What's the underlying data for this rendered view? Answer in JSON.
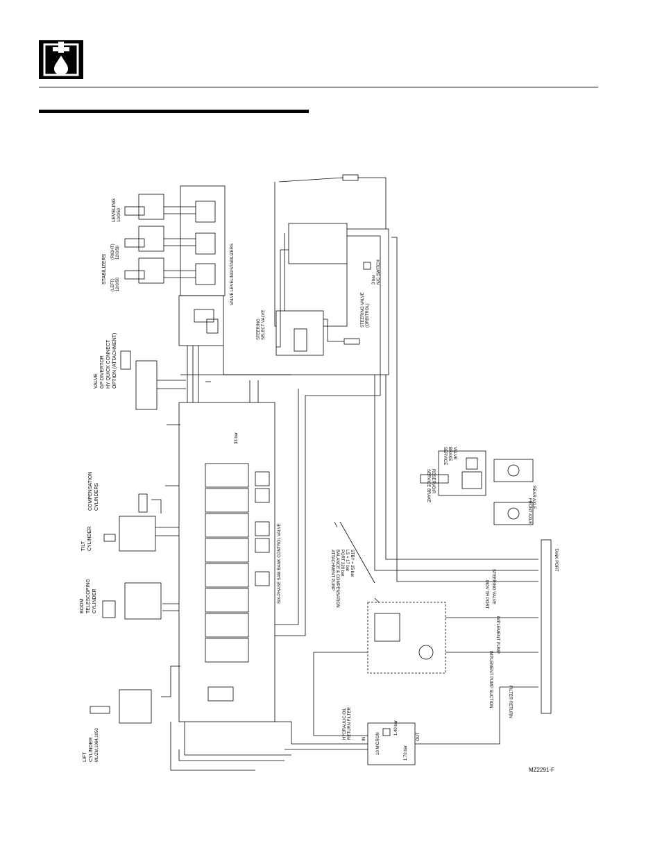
{
  "header": {
    "icon": "hydraulics-icon"
  },
  "labels": {
    "leveling": "LEVELING",
    "leveling_num": "10/0/50",
    "stabilizers": "STABILIZERS",
    "stab_right": "(RIGHT)",
    "stab_right_num": "12/0/50",
    "stab_left": "(LEFT)",
    "stab_left_num": "12/0/50",
    "valve_gp": "VALVE",
    "gp_diverter": "GP DIVERTOR",
    "hy_quick": "HY QUICK CONNECT",
    "option_attach": "OPTION (ATTACHMENT)",
    "compensation": "COMPENSATION",
    "comp_cyl": "CYLINDERS",
    "tilt": "TILT",
    "tilt_cyl": "CYLINDER",
    "boom": "BOOM",
    "boom_tele": "TELESCOPING",
    "boom_cyl": "CYLINDER",
    "lift": "LIFT",
    "lift_cyl": "CYLINDER",
    "lift_num": "ML/ZM,1064,1050",
    "main_valve": "SIX-PHASE SAM BANK CONTROL VALVE",
    "stab_valve": "VALVE LEVELING/STABILIZERS",
    "steering_select": "STEERING",
    "steering_select2": "SELECT VALVE",
    "steering_valve": "STEERING VALVE",
    "steering_valve2": "(ORBITROL)",
    "switch_lbl": "3 bar",
    "switch_lbl2": "N/C SWITCH",
    "brake_valve": "SERVICE",
    "brake_valve2": "BRAKE",
    "brake_valve3": "VALVE",
    "brake_reservoir": "SERVICE BRAKE",
    "brake_reservoir2": "RESERVOIR",
    "rear_axle": "REAR AXLE",
    "front_axle": "FRONT AXLE",
    "pump_note1": "ATTACHMENT PUMP",
    "pump_note2": "BALANCE & COMPENSATION",
    "pump_note3": "PORT  220 bar",
    "pump_note4": "LS = 17 bar",
    "pump_note5": "STBY = 25 bar",
    "port1": "STEERING VALVE",
    "port2": "MOV TR PORT",
    "port3": "IMPLEMENT PUMP",
    "port4": "IMPLEMENT PUMP SUCTION",
    "port5": "FILTER RETURN",
    "tank_port": "TANK PORT",
    "filter_micron": "10 MICRON",
    "filter_bar": "1.70 bar",
    "filter_bar2": "1.40 bar",
    "filter_in": "IN",
    "filter_out": "OUT",
    "hyd_filter": "HYDRAULIC OIL",
    "hyd_filter2": "RETURN FILTER",
    "relief": "33 bar",
    "figure_id": "MZ2291-F"
  }
}
